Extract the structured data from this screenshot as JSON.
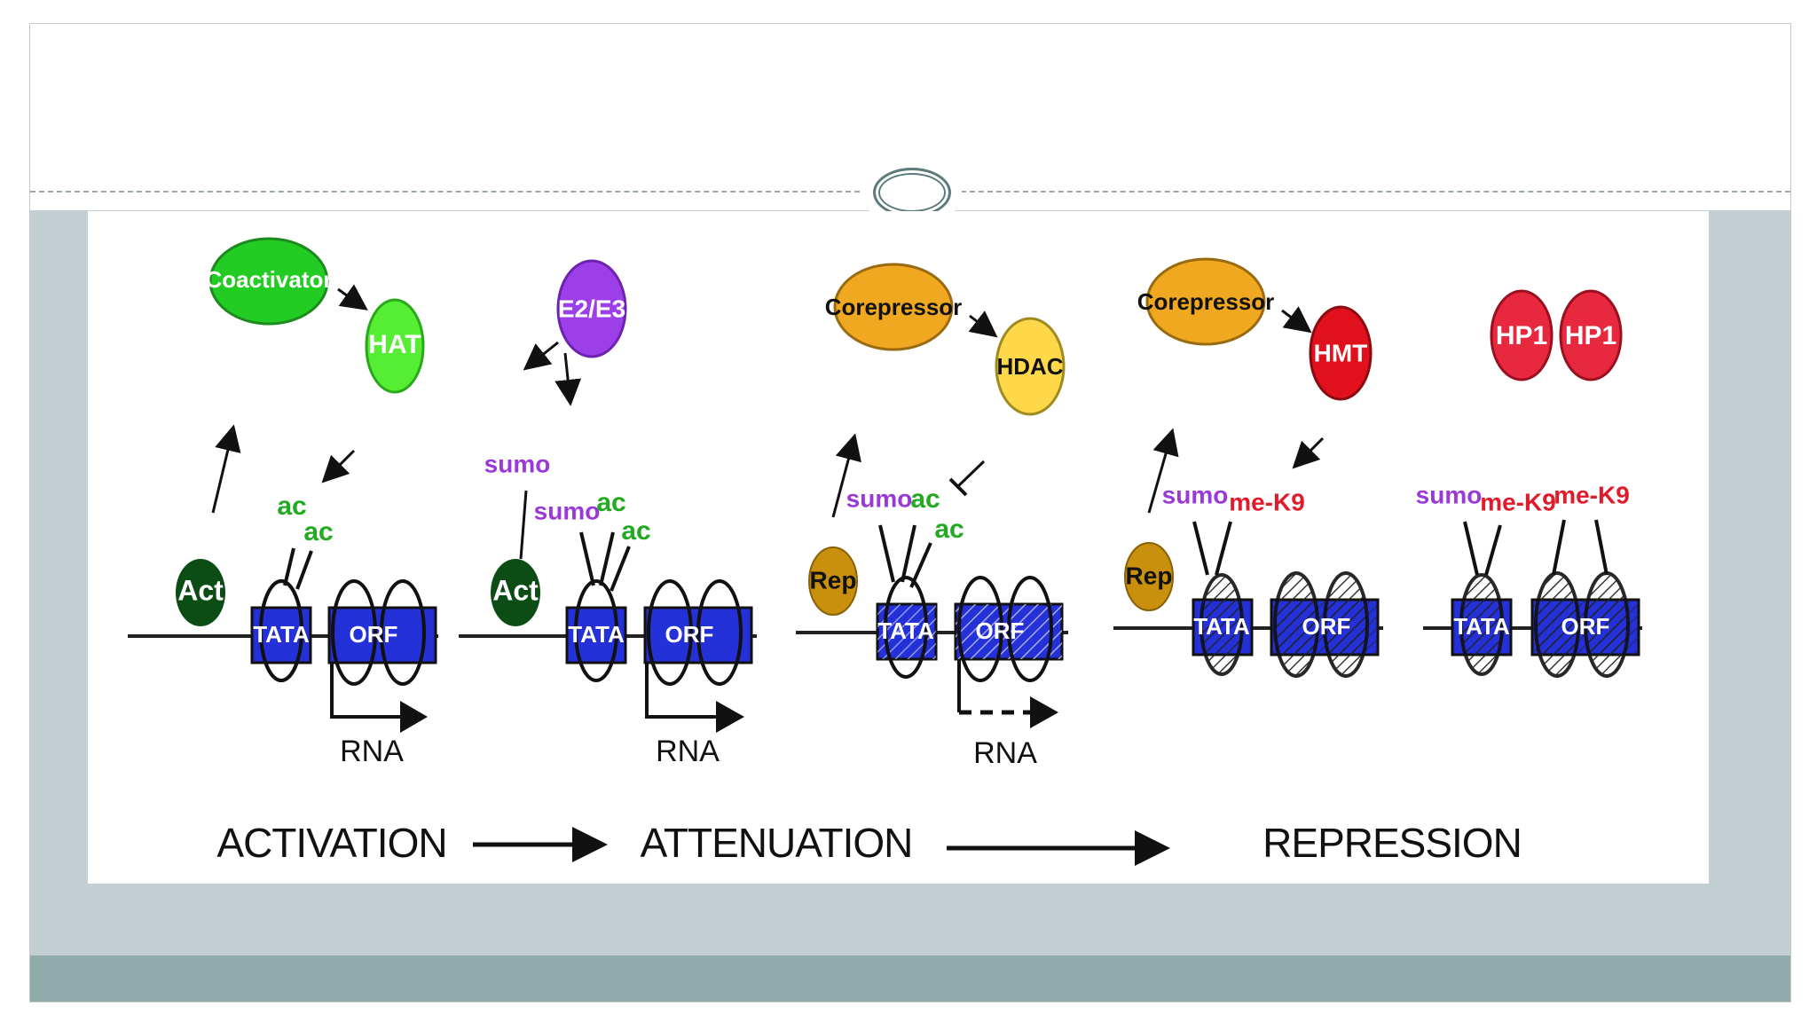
{
  "colors": {
    "coactivator": "#22cc22",
    "hat": "#55ee33",
    "act": "#0b4d14",
    "e2e3": "#9c3fe8",
    "corepressor": "#f0a820",
    "hdac": "#ffd84a",
    "rep": "#c8900c",
    "hmt": "#e0101c",
    "hp1": "#e8283e",
    "box": "#2430d8",
    "sumo": "#9a39d9",
    "ac": "#22aa22",
    "mek9": "#e01b2b",
    "band": "#c3cfd2",
    "footer": "#8fabac"
  },
  "labels": {
    "coactivator": "Coactivator",
    "hat": "HAT",
    "act": "Act",
    "e2e3": "E2/E3",
    "corepressor": "Corepressor",
    "hdac": "HDAC",
    "rep": "Rep",
    "hmt": "HMT",
    "hp1": "HP1",
    "tata": "TATA",
    "orf": "ORF",
    "rna": "RNA",
    "sumo": "sumo",
    "ac": "ac",
    "mek9": "me-K9"
  },
  "stages": {
    "activation": "ACTIVATION",
    "attenuation": "ATTENUATION",
    "repression": "REPRESSION"
  }
}
